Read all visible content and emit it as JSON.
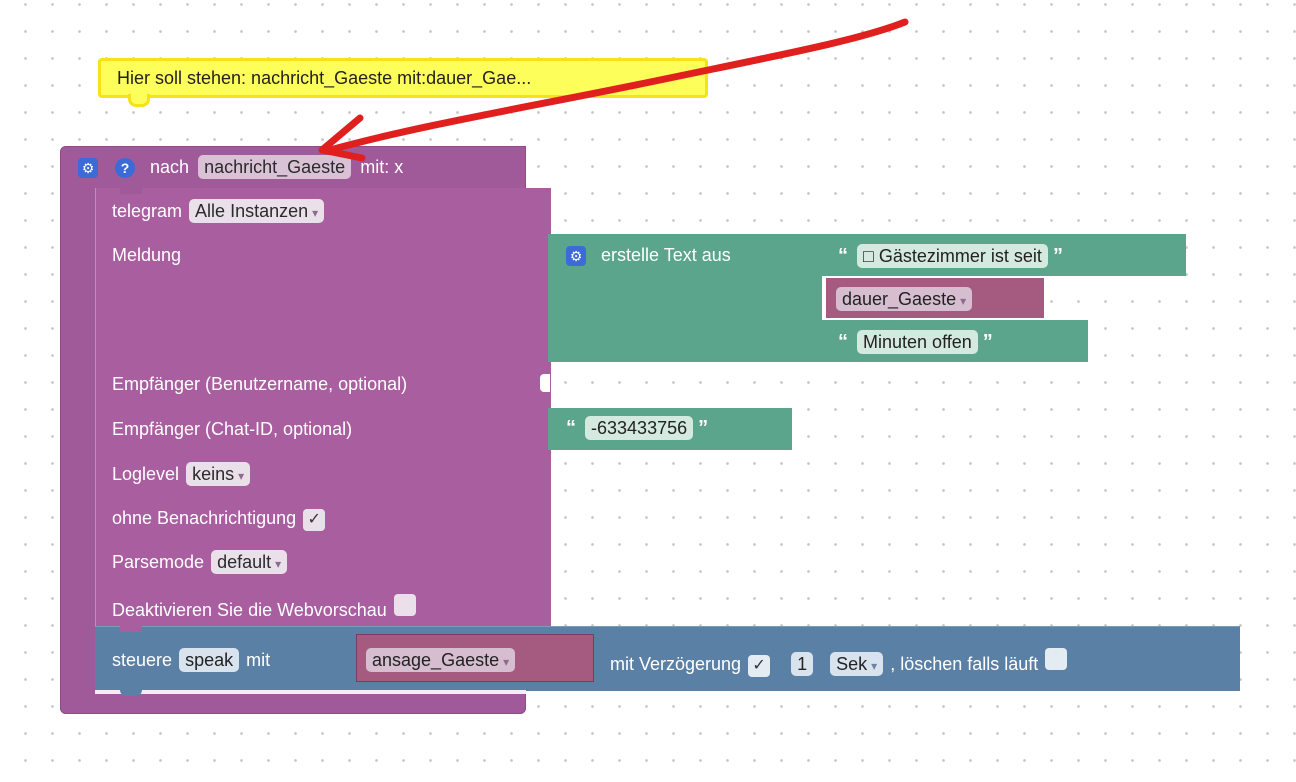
{
  "comment": {
    "text": "Hier soll stehen: nachricht_Gaeste mit:dauer_Gae..."
  },
  "procedure": {
    "name_label": "nach",
    "name_field": "nachricht_Gaeste",
    "params_label": "mit: x"
  },
  "telegram": {
    "label": "telegram",
    "instance": "Alle Instanzen",
    "message_label": "Meldung",
    "recipient_user_label": "Empfänger (Benutzername, optional)",
    "recipient_chat_label": "Empfänger (Chat-ID, optional)",
    "chat_id": "-633433756",
    "loglevel_label": "Loglevel",
    "loglevel_value": "keins",
    "silent_label": "ohne Benachrichtigung",
    "silent_checked": true,
    "parsemode_label": "Parsemode",
    "parsemode_value": "default",
    "disable_preview_label": "Deaktivieren Sie die Webvorschau",
    "disable_preview_checked": false
  },
  "text_join": {
    "label": "erstelle Text aus",
    "part1": "□ Gästezimmer ist seit",
    "part2_var": "dauer_Gaeste",
    "part3": "Minuten offen"
  },
  "control": {
    "label": "steuere",
    "target": "speak",
    "with_label": "mit",
    "value_var": "ansage_Gaeste",
    "delay_label": "mit Verzögerung",
    "delay_checked": true,
    "delay_value": "1",
    "unit": "Sek",
    "clear_label": ", löschen falls läuft",
    "clear_checked": false
  },
  "glyphs": {
    "open_quote": "“",
    "close_quote": "”",
    "check": "✓",
    "dropdown": "▾",
    "gear": "⚙",
    "help": "?"
  },
  "colors": {
    "procedure": "#a05a9a",
    "text": "#5ba58c",
    "variable": "#a55b80",
    "control": "#5b80a5",
    "comment": "#fefe5a",
    "annotation_arrow": "#e0201f"
  }
}
